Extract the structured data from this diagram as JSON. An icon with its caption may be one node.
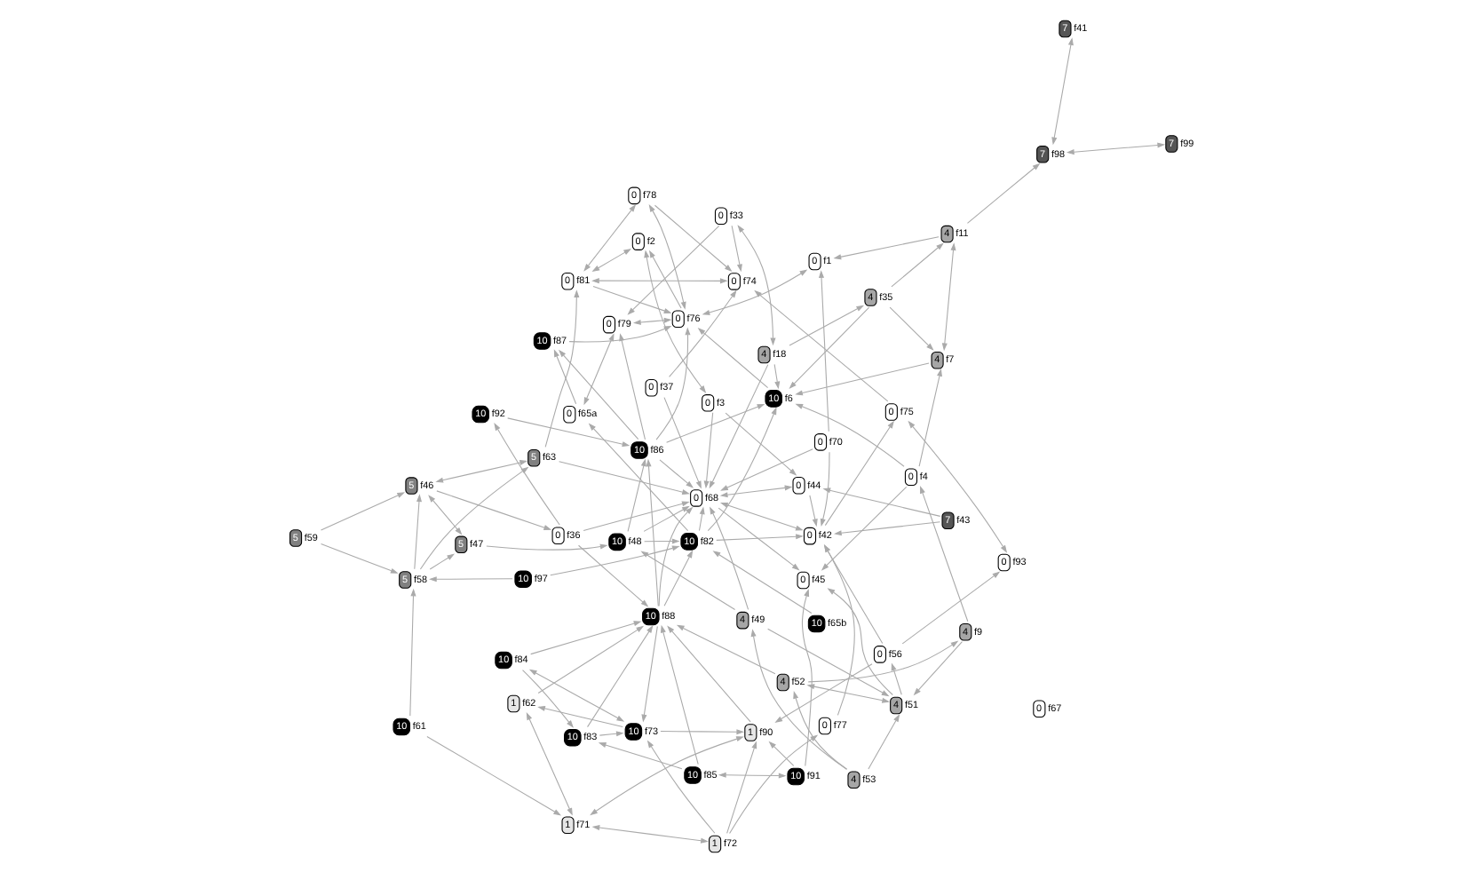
{
  "diagram": {
    "nodes": [
      {
        "text": [
          "4"
        ],
        "beside": [
          "f9"
        ]
      },
      {
        "text": [
          "4"
        ],
        "beside": [
          "f53"
        ]
      },
      {
        "text": [
          "10"
        ],
        "beside": [
          "f85"
        ]
      },
      {
        "text": [
          "4"
        ],
        "beside": [
          "f52"
        ]
      },
      {
        "text": [
          "10"
        ],
        "beside": [
          "f91"
        ]
      },
      {
        "text": [
          "10"
        ],
        "beside": [
          "f84"
        ]
      },
      {
        "text": [
          "7"
        ],
        "beside": [
          "f99"
        ]
      },
      {
        "text": [
          "0"
        ],
        "beside": [
          "f4"
        ]
      },
      {
        "text": [
          "1"
        ],
        "beside": [
          "f62"
        ]
      },
      {
        "text": [
          "4"
        ],
        "beside": [
          "f7"
        ]
      },
      {
        "text": [
          "4"
        ],
        "beside": [
          "f51"
        ]
      },
      {
        "text": [
          "10"
        ],
        "beside": [
          "f88"
        ]
      },
      {
        "text": [
          "10"
        ],
        "beside": [
          "f83"
        ]
      },
      {
        "text": [
          "4"
        ],
        "beside": [
          "f49"
        ]
      },
      {
        "text": [
          "0"
        ],
        "beside": [
          "f45"
        ]
      },
      {
        "text": [
          "10"
        ],
        "beside": [
          "f73"
        ]
      },
      {
        "text": [
          "7"
        ],
        "beside": [
          "f98"
        ]
      },
      {
        "text": [
          "10"
        ],
        "beside": [
          "f6"
        ]
      },
      {
        "text": [
          "10"
        ],
        "beside": [
          "f86"
        ]
      },
      {
        "text": [
          "10"
        ],
        "beside": [
          "f92"
        ]
      },
      {
        "text": [
          "4"
        ],
        "beside": [
          "f35"
        ]
      },
      {
        "text": [
          "4"
        ],
        "beside": [
          "f11"
        ]
      },
      {
        "text": [
          "1"
        ],
        "beside": [
          "f71"
        ]
      },
      {
        "text": [
          "7"
        ],
        "beside": [
          "f41"
        ]
      },
      {
        "text": [
          "0"
        ],
        "beside": [
          "f65a"
        ]
      },
      {
        "text": [
          "10"
        ],
        "beside": [
          "f97"
        ]
      },
      {
        "text": [
          "10"
        ],
        "beside": [
          "f65b"
        ]
      },
      {
        "text": [
          "1"
        ],
        "beside": [
          "f90"
        ]
      },
      {
        "text": [
          "10"
        ],
        "beside": [
          "f82"
        ]
      },
      {
        "text": [
          "4"
        ],
        "beside": [
          "f18"
        ]
      },
      {
        "text": [
          "10"
        ],
        "beside": [
          "f48"
        ]
      },
      {
        "text": [
          "1"
        ],
        "beside": [
          "f72"
        ]
      },
      {
        "text": [
          "10"
        ],
        "beside": [
          "f87"
        ]
      },
      {
        "text": [
          "0"
        ],
        "beside": [
          "f36"
        ]
      },
      {
        "text": [
          "0"
        ],
        "beside": [
          "f56"
        ]
      },
      {
        "text": [
          "0"
        ],
        "beside": [
          "f79"
        ]
      },
      {
        "text": [
          "10"
        ],
        "beside": [
          "f61"
        ]
      },
      {
        "text": [
          "0"
        ],
        "beside": [
          "f1"
        ]
      },
      {
        "text": [
          "0"
        ],
        "beside": [
          "f77"
        ]
      },
      {
        "text": [
          "0"
        ],
        "beside": [
          "f68"
        ]
      },
      {
        "text": [
          "0"
        ],
        "beside": [
          "f76"
        ]
      },
      {
        "text": [
          "0"
        ],
        "beside": [
          "f2"
        ]
      },
      {
        "text": [
          "0"
        ],
        "beside": [
          "f70"
        ]
      },
      {
        "text": [
          "0"
        ],
        "beside": [
          "f42"
        ]
      },
      {
        "text": [
          "5"
        ],
        "beside": [
          "f47"
        ]
      },
      {
        "text": [
          "5"
        ],
        "beside": [
          "f58"
        ]
      },
      {
        "text": [
          "0"
        ],
        "beside": [
          "f33"
        ]
      },
      {
        "text": [
          "0"
        ],
        "beside": [
          "f3"
        ]
      },
      {
        "text": [
          "7"
        ],
        "beside": [
          "f43"
        ]
      },
      {
        "text": [
          "0"
        ],
        "beside": [
          "f44"
        ]
      },
      {
        "text": [
          "5"
        ],
        "beside": [
          "f46"
        ]
      },
      {
        "text": [
          "5"
        ],
        "beside": [
          "f63"
        ]
      },
      {
        "text": [
          "0"
        ],
        "beside": [
          "f67"
        ]
      },
      {
        "text": [
          "0"
        ],
        "beside": [
          "f74"
        ]
      },
      {
        "text": [
          "0"
        ],
        "beside": [
          "f37"
        ]
      },
      {
        "text": [
          "0"
        ],
        "beside": [
          "f93"
        ]
      },
      {
        "text": [
          "5"
        ],
        "beside": [
          "f59"
        ]
      },
      {
        "text": [
          "0"
        ],
        "beside": [
          "f78"
        ]
      },
      {
        "text": [
          "0"
        ],
        "beside": [
          "f75"
        ]
      },
      {
        "text": [
          "0"
        ],
        "beside": [
          "f81"
        ]
      }
    ],
    "edges": [
      {
        "from": 6,
        "to": 16,
        "arrow": "both"
      },
      {
        "from": 16,
        "to": 23,
        "arrow": "both"
      },
      {
        "from": 21,
        "to": 16,
        "arrow": "to"
      },
      {
        "from": 9,
        "to": 21,
        "arrow": "both"
      },
      {
        "from": 20,
        "to": 21,
        "arrow": "to"
      },
      {
        "from": 20,
        "to": 9,
        "arrow": "to"
      },
      {
        "from": 7,
        "to": 9,
        "arrow": "to"
      },
      {
        "from": 7,
        "to": 17,
        "arrow": "to"
      },
      {
        "from": 9,
        "to": 17,
        "arrow": "to"
      },
      {
        "from": 20,
        "to": 17,
        "arrow": "to"
      },
      {
        "from": 29,
        "to": 20,
        "arrow": "to"
      },
      {
        "from": 29,
        "to": 17,
        "arrow": "to"
      },
      {
        "from": 0,
        "to": 7,
        "arrow": "to"
      },
      {
        "from": 3,
        "to": 0,
        "arrow": "to"
      },
      {
        "from": 0,
        "to": 10,
        "arrow": "to"
      },
      {
        "from": 1,
        "to": 3,
        "arrow": "to"
      },
      {
        "from": 1,
        "to": 10,
        "arrow": "to"
      },
      {
        "from": 1,
        "to": 13,
        "arrow": "to"
      },
      {
        "from": 3,
        "to": 10,
        "arrow": "both"
      },
      {
        "from": 3,
        "to": 11,
        "arrow": "to"
      },
      {
        "from": 10,
        "to": 14,
        "arrow": "to"
      },
      {
        "from": 13,
        "to": 10,
        "arrow": "to"
      },
      {
        "from": 10,
        "to": 34,
        "arrow": "to"
      },
      {
        "from": 7,
        "to": 14,
        "arrow": "to"
      },
      {
        "from": 4,
        "to": 14,
        "arrow": "to"
      },
      {
        "from": 2,
        "to": 4,
        "arrow": "both"
      },
      {
        "from": 2,
        "to": 12,
        "arrow": "to"
      },
      {
        "from": 2,
        "to": 11,
        "arrow": "to"
      },
      {
        "from": 4,
        "to": 27,
        "arrow": "to"
      },
      {
        "from": 5,
        "to": 11,
        "arrow": "to"
      },
      {
        "from": 5,
        "to": 12,
        "arrow": "to"
      },
      {
        "from": 5,
        "to": 15,
        "arrow": "both"
      },
      {
        "from": 12,
        "to": 11,
        "arrow": "to"
      },
      {
        "from": 12,
        "to": 15,
        "arrow": "to"
      },
      {
        "from": 11,
        "to": 15,
        "arrow": "to"
      },
      {
        "from": 8,
        "to": 11,
        "arrow": "to"
      },
      {
        "from": 15,
        "to": 8,
        "arrow": "to"
      },
      {
        "from": 8,
        "to": 22,
        "arrow": "both"
      },
      {
        "from": 15,
        "to": 27,
        "arrow": "to"
      },
      {
        "from": 27,
        "to": 22,
        "arrow": "both"
      },
      {
        "from": 31,
        "to": 27,
        "arrow": "to"
      },
      {
        "from": 31,
        "to": 15,
        "arrow": "to"
      },
      {
        "from": 31,
        "to": 22,
        "arrow": "both"
      },
      {
        "from": 36,
        "to": 22,
        "arrow": "to"
      },
      {
        "from": 36,
        "to": 45,
        "arrow": "to"
      },
      {
        "from": 31,
        "to": 38,
        "arrow": "to"
      },
      {
        "from": 27,
        "to": 11,
        "arrow": "to"
      },
      {
        "from": 11,
        "to": 18,
        "arrow": "to"
      },
      {
        "from": 19,
        "to": 18,
        "arrow": "to"
      },
      {
        "from": 33,
        "to": 19,
        "arrow": "to"
      },
      {
        "from": 25,
        "to": 28,
        "arrow": "to"
      },
      {
        "from": 26,
        "to": 28,
        "arrow": "to"
      },
      {
        "from": 25,
        "to": 45,
        "arrow": "to"
      },
      {
        "from": 34,
        "to": 27,
        "arrow": "to"
      },
      {
        "from": 34,
        "to": 43,
        "arrow": "to"
      },
      {
        "from": 34,
        "to": 55,
        "arrow": "to"
      },
      {
        "from": 38,
        "to": 43,
        "arrow": "to"
      },
      {
        "from": 33,
        "to": 39,
        "arrow": "to"
      },
      {
        "from": 33,
        "to": 11,
        "arrow": "to"
      },
      {
        "from": 44,
        "to": 30,
        "arrow": "to"
      },
      {
        "from": 50,
        "to": 33,
        "arrow": "to"
      },
      {
        "from": 44,
        "to": 50,
        "arrow": "both"
      },
      {
        "from": 45,
        "to": 44,
        "arrow": "to"
      },
      {
        "from": 45,
        "to": 50,
        "arrow": "to"
      },
      {
        "from": 45,
        "to": 51,
        "arrow": "to"
      },
      {
        "from": 56,
        "to": 45,
        "arrow": "to"
      },
      {
        "from": 56,
        "to": 50,
        "arrow": "to"
      },
      {
        "from": 51,
        "to": 50,
        "arrow": "both"
      },
      {
        "from": 51,
        "to": 39,
        "arrow": "to"
      },
      {
        "from": 51,
        "to": 59,
        "arrow": "to"
      },
      {
        "from": 48,
        "to": 43,
        "arrow": "to"
      },
      {
        "from": 48,
        "to": 49,
        "arrow": "to"
      },
      {
        "from": 39,
        "to": 43,
        "arrow": "both"
      },
      {
        "from": 49,
        "to": 43,
        "arrow": "to"
      },
      {
        "from": 43,
        "to": 58,
        "arrow": "to"
      },
      {
        "from": 58,
        "to": 55,
        "arrow": "both"
      },
      {
        "from": 28,
        "to": 43,
        "arrow": "to"
      },
      {
        "from": 28,
        "to": 39,
        "arrow": "to"
      },
      {
        "from": 30,
        "to": 28,
        "arrow": "to"
      },
      {
        "from": 30,
        "to": 39,
        "arrow": "to"
      },
      {
        "from": 30,
        "to": 18,
        "arrow": "to"
      },
      {
        "from": 13,
        "to": 30,
        "arrow": "to"
      },
      {
        "from": 13,
        "to": 39,
        "arrow": "to"
      },
      {
        "from": 18,
        "to": 32,
        "arrow": "to"
      },
      {
        "from": 18,
        "to": 39,
        "arrow": "to"
      },
      {
        "from": 18,
        "to": 40,
        "arrow": "to"
      },
      {
        "from": 18,
        "to": 35,
        "arrow": "to"
      },
      {
        "from": 18,
        "to": 17,
        "arrow": "to"
      },
      {
        "from": 28,
        "to": 17,
        "arrow": "to"
      },
      {
        "from": 28,
        "to": 24,
        "arrow": "to"
      },
      {
        "from": 24,
        "to": 32,
        "arrow": "to"
      },
      {
        "from": 29,
        "to": 39,
        "arrow": "to"
      },
      {
        "from": 35,
        "to": 24,
        "arrow": "both"
      },
      {
        "from": 35,
        "to": 40,
        "arrow": "both"
      },
      {
        "from": 17,
        "to": 40,
        "arrow": "to"
      },
      {
        "from": 32,
        "to": 40,
        "arrow": "to"
      },
      {
        "from": 37,
        "to": 40,
        "arrow": "both"
      },
      {
        "from": 42,
        "to": 37,
        "arrow": "to"
      },
      {
        "from": 42,
        "to": 39,
        "arrow": "to"
      },
      {
        "from": 42,
        "to": 43,
        "arrow": "to"
      },
      {
        "from": 40,
        "to": 41,
        "arrow": "to"
      },
      {
        "from": 21,
        "to": 37,
        "arrow": "to"
      },
      {
        "from": 29,
        "to": 46,
        "arrow": "both"
      },
      {
        "from": 46,
        "to": 35,
        "arrow": "to"
      },
      {
        "from": 46,
        "to": 53,
        "arrow": "to"
      },
      {
        "from": 40,
        "to": 57,
        "arrow": "both"
      },
      {
        "from": 59,
        "to": 40,
        "arrow": "to"
      },
      {
        "from": 41,
        "to": 47,
        "arrow": "both"
      },
      {
        "from": 41,
        "to": 59,
        "arrow": "both"
      },
      {
        "from": 47,
        "to": 49,
        "arrow": "to"
      },
      {
        "from": 47,
        "to": 39,
        "arrow": "to"
      },
      {
        "from": 54,
        "to": 39,
        "arrow": "to"
      },
      {
        "from": 54,
        "to": 53,
        "arrow": "to"
      },
      {
        "from": 57,
        "to": 53,
        "arrow": "to"
      },
      {
        "from": 57,
        "to": 59,
        "arrow": "both"
      },
      {
        "from": 53,
        "to": 59,
        "arrow": "both"
      },
      {
        "from": 58,
        "to": 53,
        "arrow": "to"
      },
      {
        "from": 49,
        "to": 39,
        "arrow": "both"
      },
      {
        "from": 39,
        "to": 14,
        "arrow": "to"
      },
      {
        "from": 11,
        "to": 39,
        "arrow": "to"
      },
      {
        "from": 11,
        "to": 28,
        "arrow": "to"
      }
    ]
  }
}
